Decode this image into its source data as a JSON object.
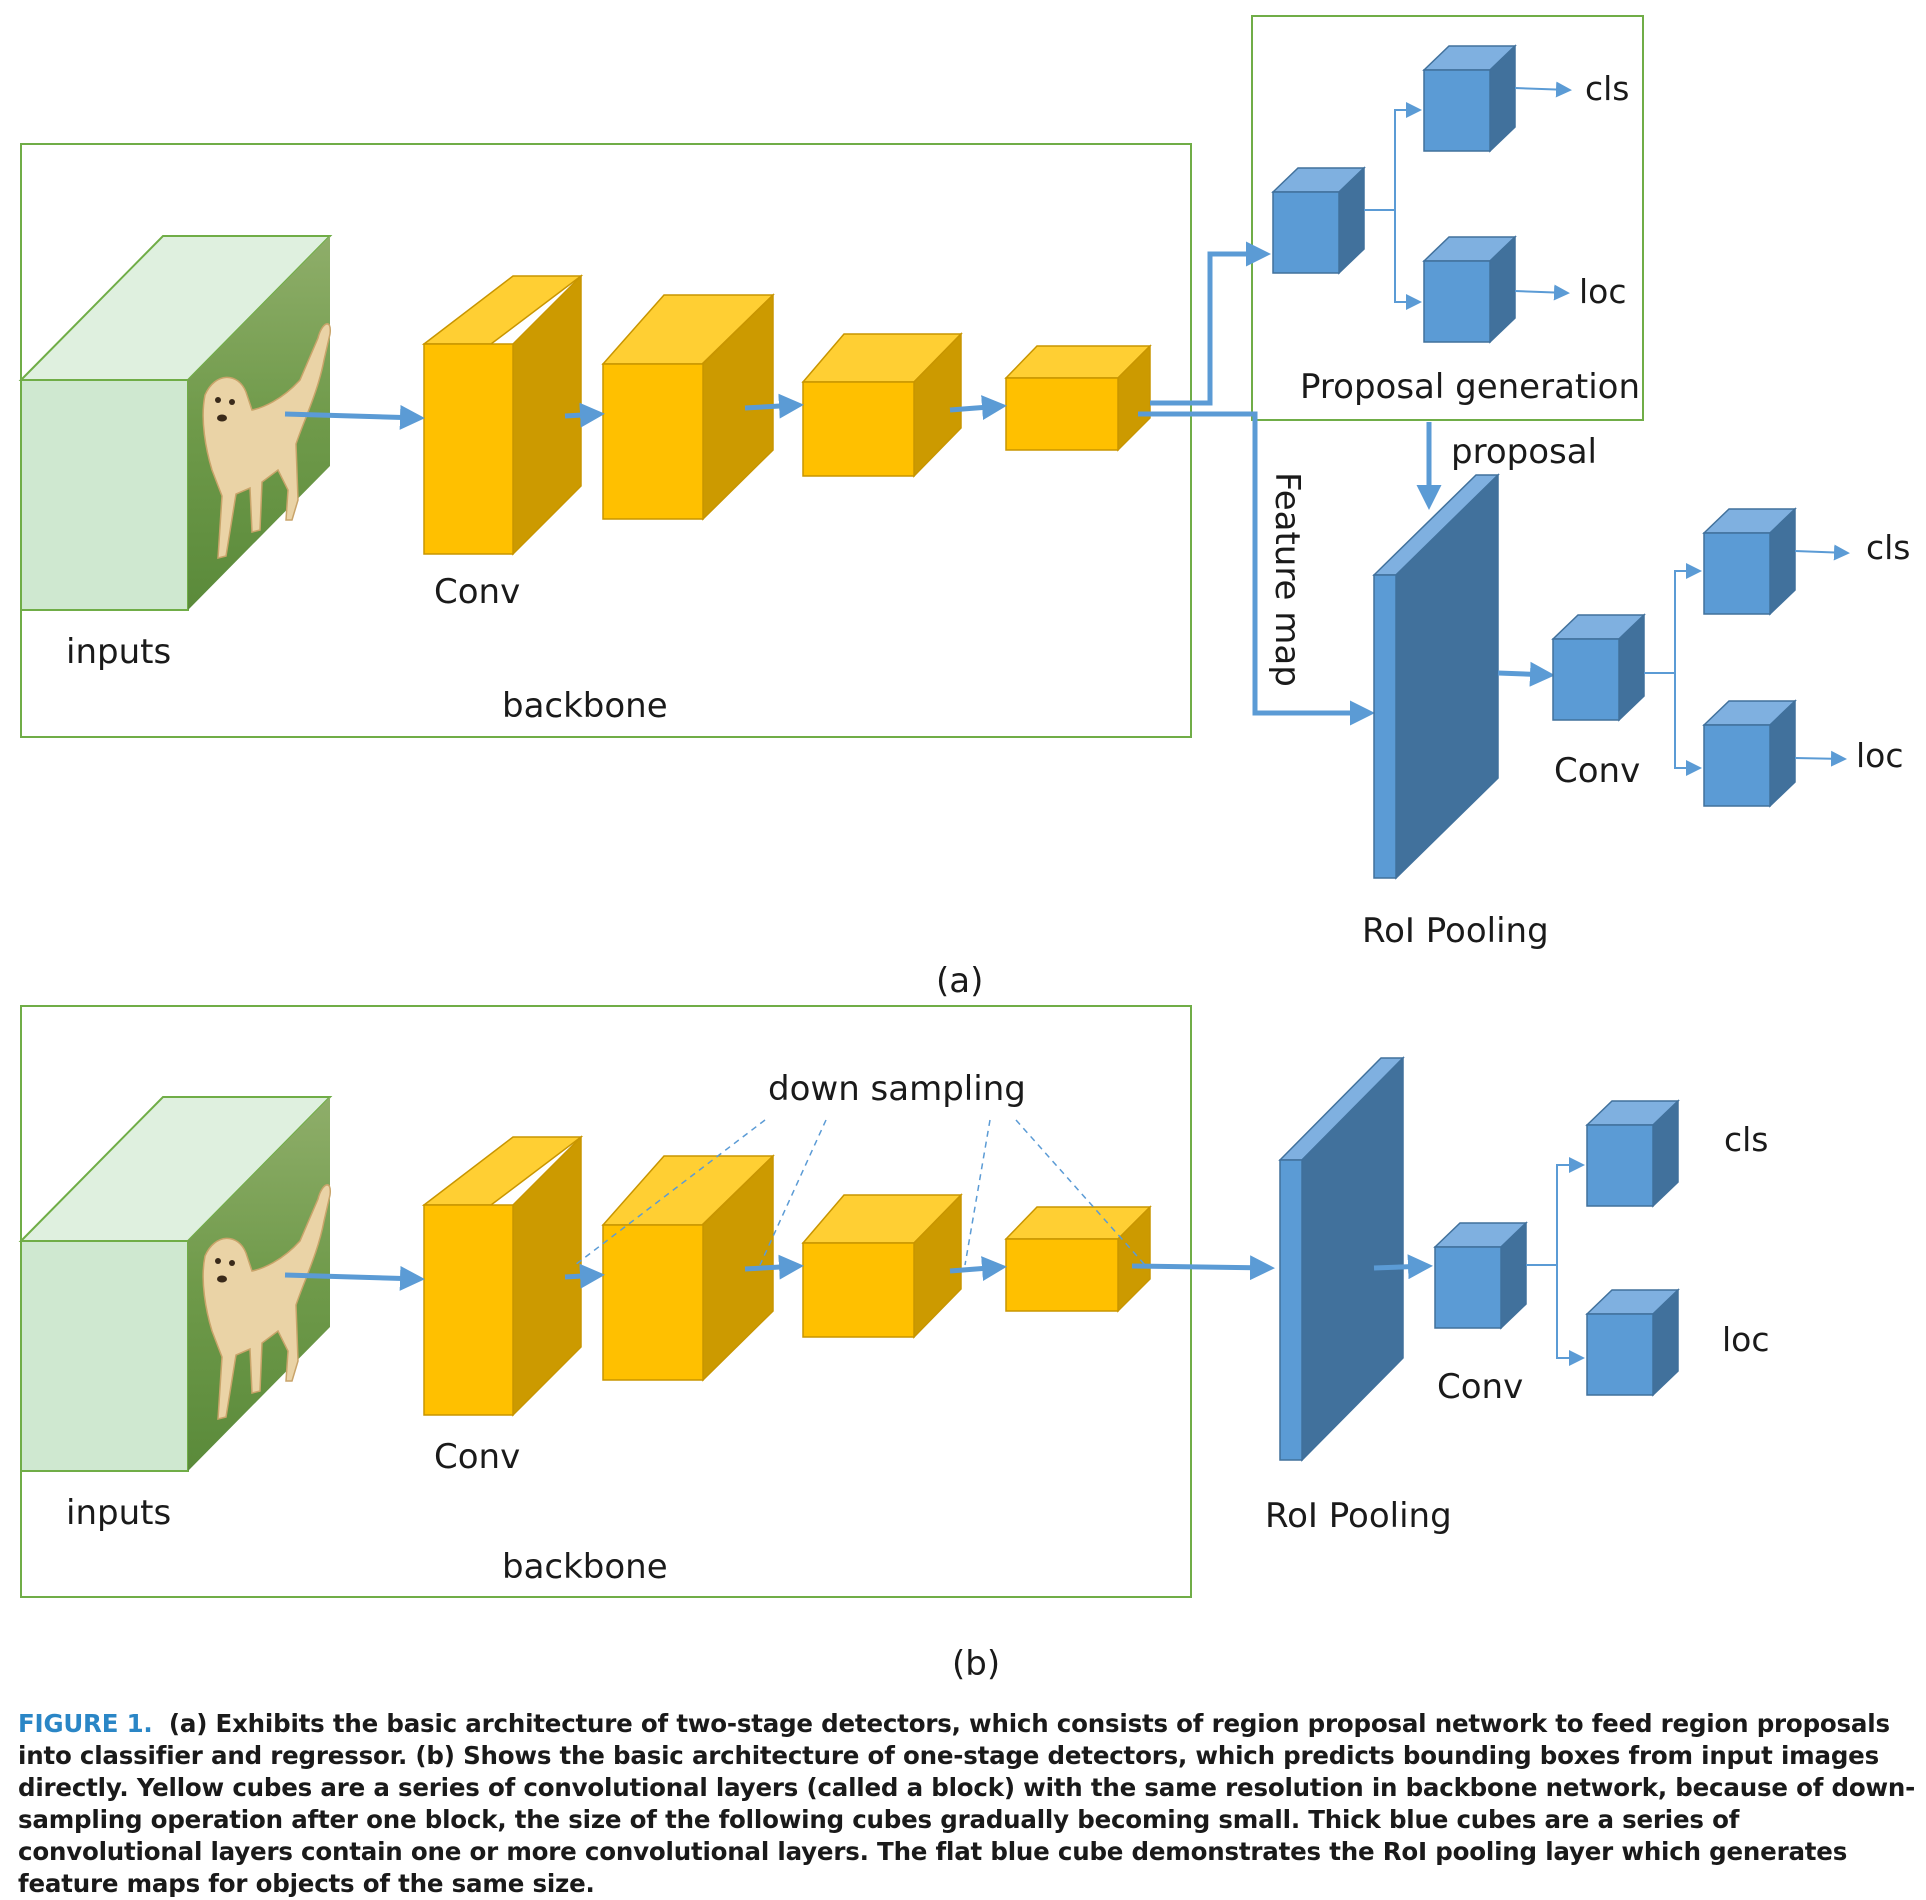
{
  "panel_a": {
    "backbone_label": "backbone",
    "inputs_label": "inputs",
    "conv_label": "Conv",
    "proposal_generation_label": "Proposal generation",
    "proposal_label": "proposal",
    "feature_map_label": "Feature map",
    "roi_pooling_label": "RoI Pooling",
    "head_conv_label": "Conv",
    "rpn_cls_label": "cls",
    "rpn_loc_label": "loc",
    "head_cls_label": "cls",
    "head_loc_label": "loc",
    "sublabel": "(a)"
  },
  "panel_b": {
    "backbone_label": "backbone",
    "inputs_label": "inputs",
    "conv_label": "Conv",
    "down_sampling_label": "down sampling",
    "roi_pooling_label": "RoI Pooling",
    "head_conv_label": "Conv",
    "cls_label": "cls",
    "loc_label": "loc",
    "sublabel": "(b)"
  },
  "caption": {
    "figure_label": "FIGURE 1.",
    "text": "(a) Exhibits the basic architecture of two-stage detectors, which consists of region proposal network to feed region proposals into classifier and regressor. (b) Shows the basic architecture of one-stage detectors, which predicts bounding boxes from input images directly. Yellow cubes are a series of convolutional layers (called a block) with the same resolution in backbone network, because of down-sampling operation after one block, the size of the following cubes gradually becoming small. Thick blue cubes are a series of convolutional layers contain one or more convolutional layers. The flat blue cube demonstrates the RoI pooling layer which generates feature maps for objects of the same size."
  },
  "colors": {
    "box_border": "#70ad47",
    "input_front": "#cfe8d0",
    "input_top": "#dff0df",
    "yellow_front": "#ffc000",
    "yellow_top": "#ffcf33",
    "yellow_side": "#cc9a00",
    "blue_front": "#5b9bd5",
    "blue_top": "#7fb0e0",
    "blue_side": "#41719c",
    "arrow": "#5b9bd5",
    "caption_label": "#2a86c6"
  }
}
